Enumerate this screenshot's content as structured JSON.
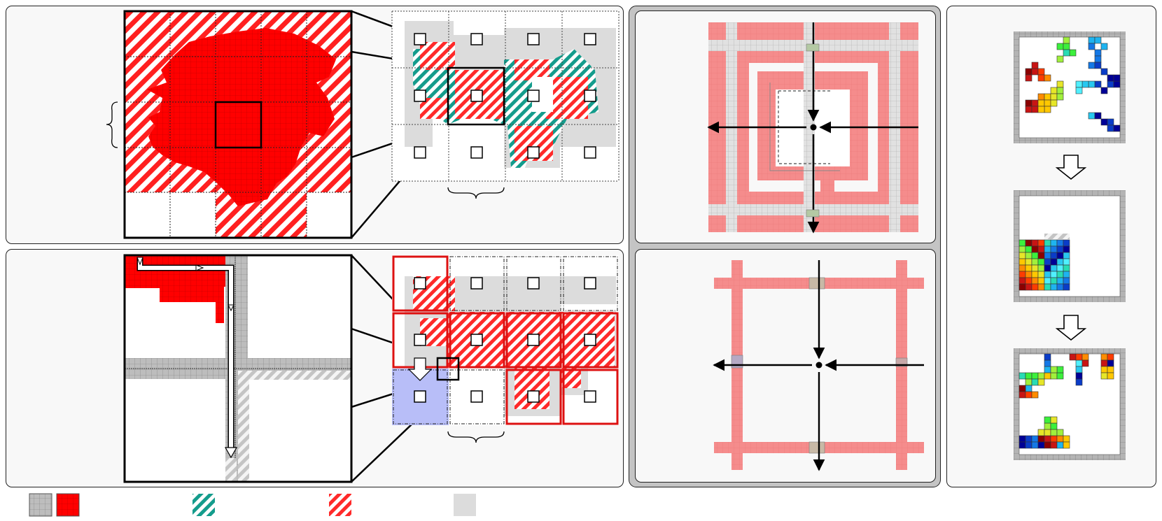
{
  "figure": {
    "panels": [
      "top-left-zoom",
      "bottom-left-zoom",
      "middle-top-cross",
      "middle-bottom-cross",
      "right-compaction"
    ],
    "colors": {
      "red": "#ff0000",
      "teal": "#149c8c",
      "stripe_red": "#ff2020",
      "light_gray": "#dcdcdc",
      "gray_cell": "#bdbdbd",
      "pink": "#f58c8c",
      "blue_region": "#b8bef8",
      "panel_bg": "#f8f8f8"
    },
    "icons": [
      "arrow-icon",
      "down-arrow-icon",
      "brace-icon"
    ],
    "legend": [
      {
        "name": "gray-grid-swatch",
        "color": "#bdbdbd"
      },
      {
        "name": "red-swatch",
        "color": "#ff0000"
      },
      {
        "name": "teal-hatch-swatch",
        "color": "#149c8c"
      },
      {
        "name": "red-hatch-swatch",
        "color": "#ff2020"
      },
      {
        "name": "light-gray-swatch",
        "color": "#dcdcdc"
      }
    ]
  }
}
